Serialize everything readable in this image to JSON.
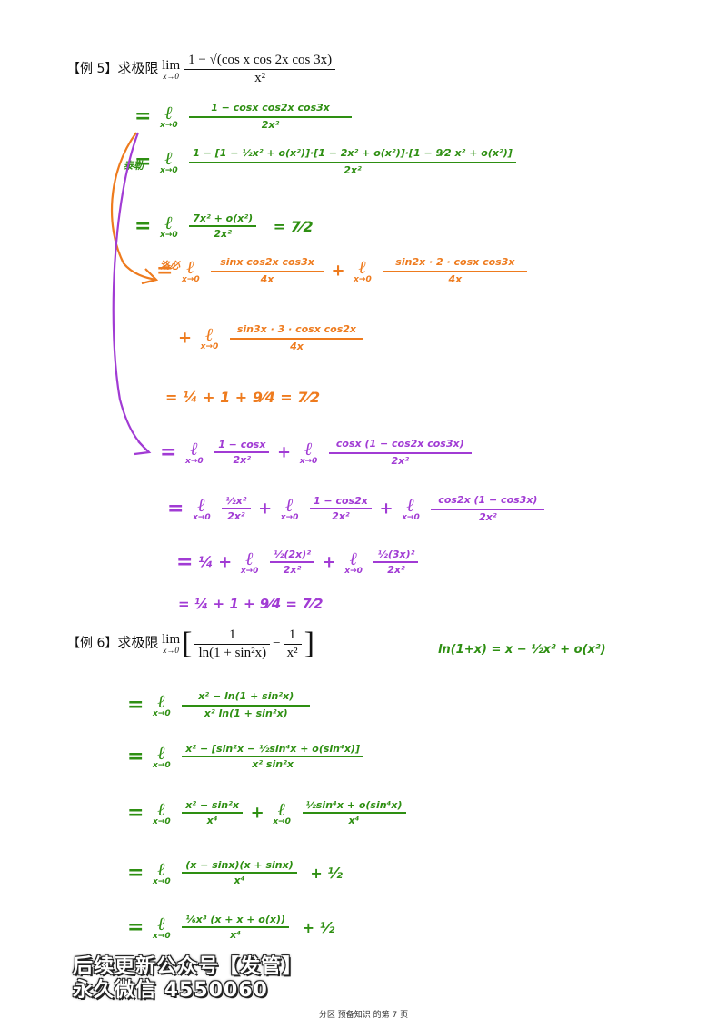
{
  "example5": {
    "label": "【例 5】",
    "prompt": "求极限",
    "lim": "lim",
    "lim_sub": "x→0",
    "numerator": "1 − √(cos x cos 2x cos 3x)",
    "denominator": "x²",
    "steps": {
      "s1_num": "1 − cosx cos2x cos3x",
      "s1_den": "2x²",
      "s2_note": "泰勒",
      "s2_num": "1 − [1 − ½x² + o(x²)]·[1 − 2x² + o(x²)]·[1 − 9⁄2 x² + o(x²)]",
      "s2_den": "2x²",
      "s3_num": "7x² + o(x²)",
      "s3_den": "2x²",
      "s3_result": "= 7⁄2",
      "o1_note": "洛必",
      "o1_num1": "sinx cos2x cos3x",
      "o1_den1": "4x",
      "o1_num2": "sin2x · 2 · cosx cos3x",
      "o1_den2": "4x",
      "o2_num": "sin3x · 3 · cosx cos2x",
      "o2_den": "4x",
      "o3": "= ¼ + 1 + 9⁄4 = 7⁄2",
      "p1_num1": "1 − cosx",
      "p1_den1": "2x²",
      "p1_num2": "cosx (1 − cos2x cos3x)",
      "p1_den2": "2x²",
      "p2_num1": "½x²",
      "p2_den1": "2x²",
      "p2_num2": "1 − cos2x",
      "p2_den2": "2x²",
      "p2_num3": "cos2x (1 − cos3x)",
      "p2_den3": "2x²",
      "p3_first": "¼",
      "p3_num2": "½(2x)²",
      "p3_den2": "2x²",
      "p3_num3": "½(3x)²",
      "p3_den3": "2x²",
      "p4": "= ¼ + 1 + 9⁄4 = 7⁄2"
    }
  },
  "example6": {
    "label": "【例 6】",
    "prompt": "求极限",
    "lim": "lim",
    "lim_sub": "x→0",
    "term1_num": "1",
    "term1_den": "ln(1 + sin²x)",
    "term2_num": "1",
    "term2_den": "x²",
    "side_note": "ln(1+x) = x − ½x² + o(x²)",
    "steps": {
      "s1_num": "x² − ln(1 + sin²x)",
      "s1_den": "x² ln(1 + sin²x)",
      "s2_num": "x² − [sin²x − ½sin⁴x + o(sin⁴x)]",
      "s2_den": "x² sin²x",
      "s3_num1": "x² − sin²x",
      "s3_den1": "x⁴",
      "s3_num2": "½sin⁴x + o(sin⁴x)",
      "s3_den2": "x⁴",
      "s4_num": "(x − sinx)(x + sinx)",
      "s4_den": "x⁴",
      "s4_tail": "+ ½",
      "s5_num": "⅙x³ (x + x + o(x))",
      "s5_den": "x⁴",
      "s5_tail": "+ ½"
    }
  },
  "lim_symbol": "ℓ",
  "lim_hw_sub": "x→0",
  "eq": "=",
  "plus": "+",
  "watermark": {
    "line1": "后续更新公众号【发管】",
    "line2": "永久微信 4550060"
  },
  "footer": "分区 预备知识 的第 7 页",
  "colors": {
    "green": "#2e8f12",
    "orange": "#ee7b1e",
    "purple": "#a13bd4"
  }
}
